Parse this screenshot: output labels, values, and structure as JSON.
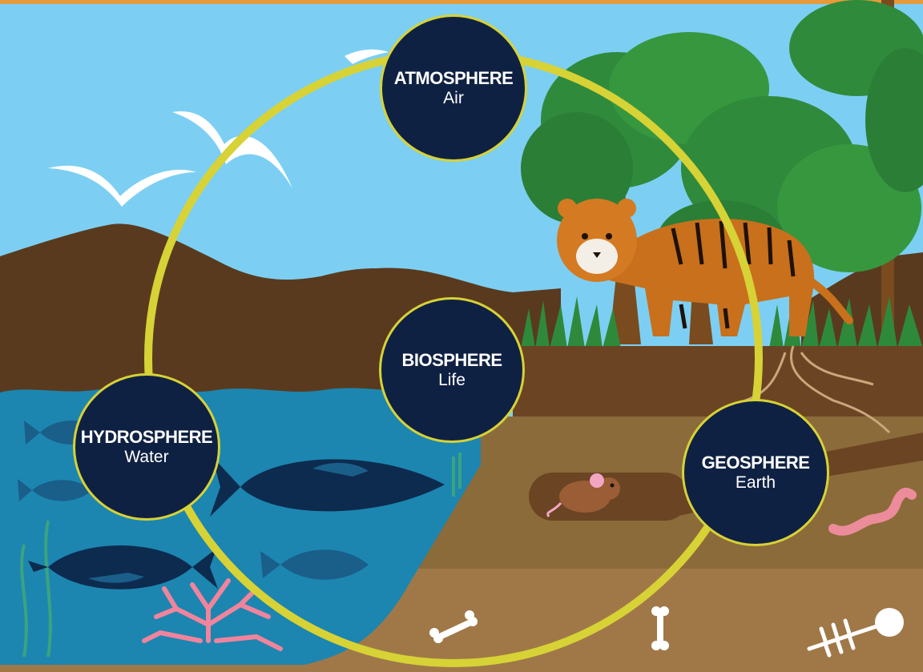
{
  "colors": {
    "sky": "#7ccff3",
    "top_border": "#e79a3a",
    "mountain": "#5a3a1e",
    "water": "#1c86b0",
    "topsoil": "#6b4423",
    "subsoil": "#8b6b3a",
    "deep_soil": "#a07848",
    "ring": "#d7d236",
    "node_fill": "#0f2143",
    "node_text": "#ffffff",
    "fish_dark": "#0d2b4e",
    "coral": "#f0849c",
    "tree_leaves": "#2f8a3c",
    "tiger": "#c8701c"
  },
  "icons": [
    "bird-icon",
    "tree-icon",
    "tiger-icon",
    "fish-icon",
    "coral-icon",
    "mouse-icon",
    "worm-icon",
    "bone-icon",
    "fish-skeleton-icon",
    "root-icon"
  ],
  "nodes": {
    "atmosphere": {
      "name": "ATMOSPHERE",
      "sub": "Air"
    },
    "biosphere": {
      "name": "BIOSPHERE",
      "sub": "Life"
    },
    "hydrosphere": {
      "name": "HYDROSPHERE",
      "sub": "Water"
    },
    "geosphere": {
      "name": "GEOSPHERE",
      "sub": "Earth"
    }
  }
}
